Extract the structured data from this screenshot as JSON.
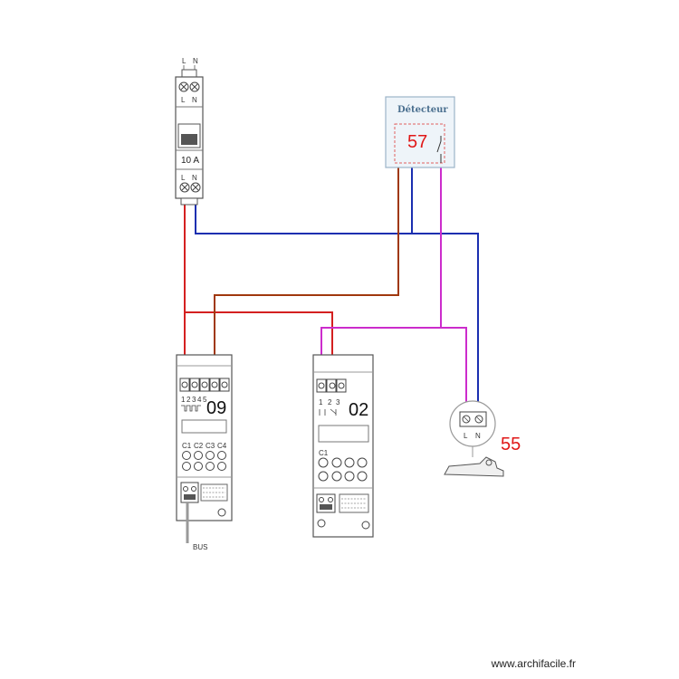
{
  "breaker": {
    "top_label_l": "L",
    "top_label_n": "N",
    "term_label_l": "L",
    "term_label_n": "N",
    "rating": "10 A",
    "bottom_label_l": "L",
    "bottom_label_n": "N"
  },
  "detector": {
    "title": "Détecteur",
    "number": "57"
  },
  "module_09": {
    "number": "09",
    "channels": [
      "1",
      "2",
      "3",
      "4",
      "5"
    ],
    "channel_labels": [
      "C1",
      "C2",
      "C3",
      "C4"
    ],
    "bus_label": "BUS"
  },
  "module_02": {
    "number": "02",
    "terminals": [
      "1",
      "2",
      "3"
    ],
    "channel_label": "C1"
  },
  "lamp": {
    "number": "55",
    "label_l": "L",
    "label_n": "N"
  },
  "wire_colors": {
    "phase": "#d42020",
    "neutral": "#1a2fb0",
    "switched": "#a0380e",
    "return": "#cc2ccc"
  },
  "watermark": "www.archifacile.fr"
}
